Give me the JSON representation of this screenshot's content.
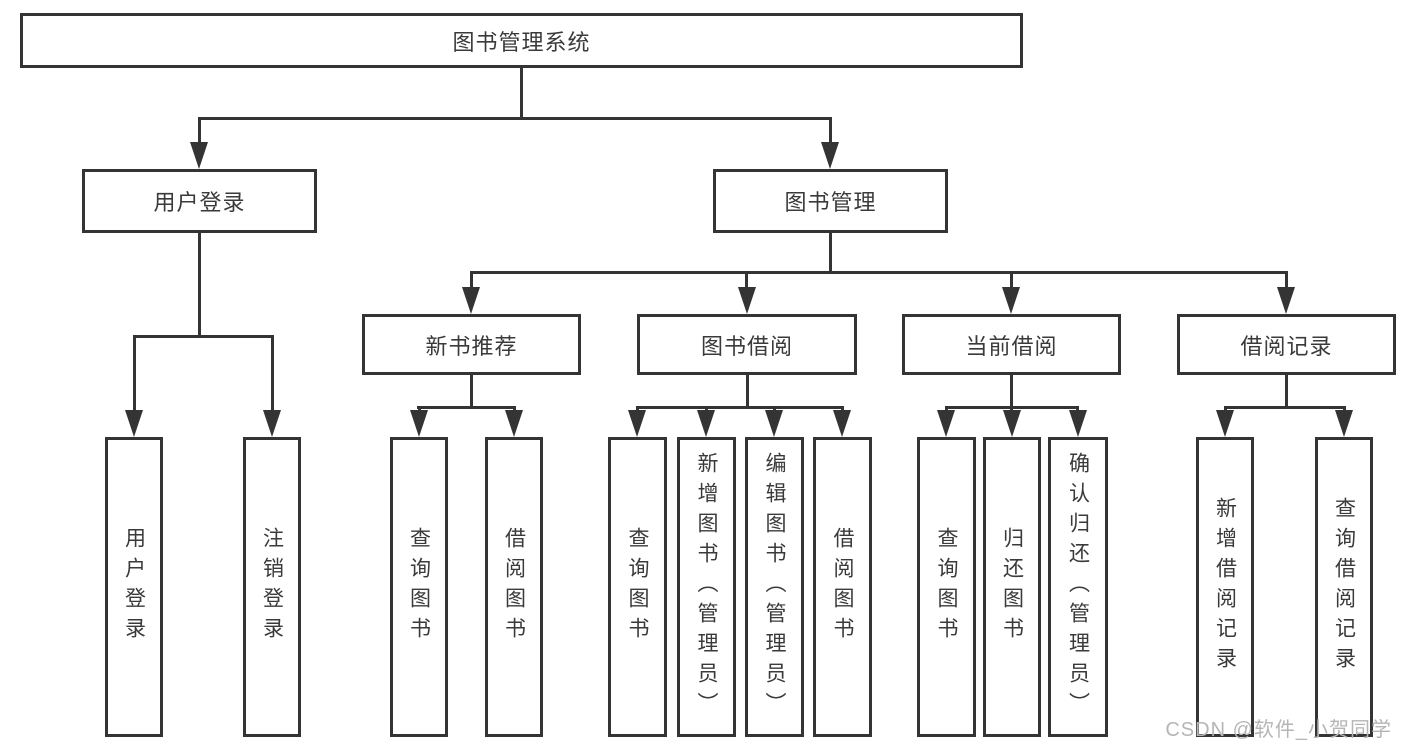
{
  "diagram": {
    "title": "图书管理系统",
    "nodes": {
      "root": {
        "label": "图书管理系统"
      },
      "user_login": {
        "label": "用户登录"
      },
      "book_mgmt": {
        "label": "图书管理"
      },
      "user_login_action": {
        "label": "用户登录"
      },
      "logout_action": {
        "label": "注销登录"
      },
      "new_book_rec": {
        "label": "新书推荐"
      },
      "book_borrow": {
        "label": "图书借阅"
      },
      "current_borrow": {
        "label": "当前借阅"
      },
      "borrow_records": {
        "label": "借阅记录"
      },
      "rec_query_books": {
        "label": "查询图书"
      },
      "rec_borrow_books": {
        "label": "借阅图书"
      },
      "bb_query_books": {
        "label": "查询图书"
      },
      "bb_add_books": {
        "label": "新增图书（管理员）"
      },
      "bb_edit_books": {
        "label": "编辑图书（管理员）"
      },
      "bb_borrow_books": {
        "label": "借阅图书"
      },
      "cb_query_books": {
        "label": "查询图书"
      },
      "cb_return_books": {
        "label": "归还图书"
      },
      "cb_confirm_return": {
        "label": "确认归还（管理员）"
      },
      "br_add_record": {
        "label": "新增借阅记录"
      },
      "br_query_record": {
        "label": "查询借阅记录"
      }
    },
    "watermark": "CSDN @软件_小贺同学",
    "colors": {
      "line": "#343434",
      "text": "#3a3a3a",
      "watermark": "#b5b5b5",
      "background": "#ffffff"
    }
  }
}
